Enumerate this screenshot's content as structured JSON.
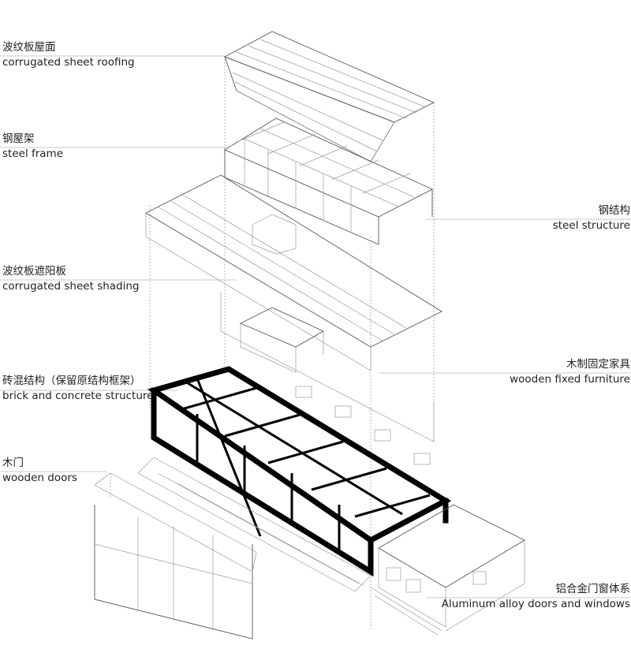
{
  "labels": {
    "roofing": {
      "zh": "波纹板屋面",
      "en": "corrugated sheet roofing"
    },
    "steel_frame": {
      "zh": "钢屋架",
      "en": "steel frame"
    },
    "steel_structure": {
      "zh": "钢结构",
      "en": "steel structure"
    },
    "shading": {
      "zh": "波纹板遮阳板",
      "en": "corrugated sheet shading"
    },
    "furniture": {
      "zh": "木制固定家具",
      "en": "wooden fixed furniture"
    },
    "brick": {
      "zh": "砖混结构（保留原结构框架）",
      "en": "brick and concrete structure"
    },
    "doors": {
      "zh": "木门",
      "en": "wooden doors"
    },
    "windows": {
      "zh": "铝合金门窗体系",
      "en": "Aluminum alloy doors and windows"
    }
  }
}
